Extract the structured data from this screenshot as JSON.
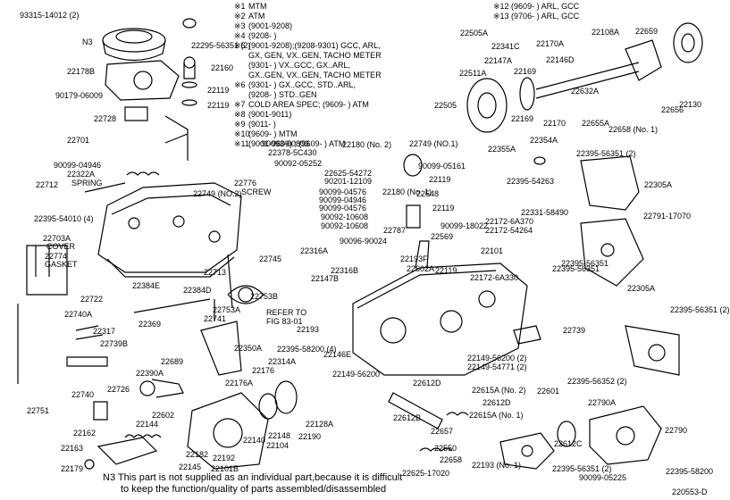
{
  "notes": [
    {
      "mark": "※1",
      "text": "MTM"
    },
    {
      "mark": "※2",
      "text": "ATM"
    },
    {
      "mark": "※3",
      "text": "(9001-9208)"
    },
    {
      "mark": "※4",
      "text": "(9208-          )"
    },
    {
      "mark": "※5",
      "text": "(9001-9208);(9208-9301) GCC, ARL,"
    },
    {
      "mark": "",
      "text": "GX, GEN, VX..GEN, TACHO METER"
    },
    {
      "mark": "",
      "text": "(9301-          ) VX..GCC, GX..ARL,"
    },
    {
      "mark": "",
      "text": "GX..GEN, VX..GEN, TACHO METER"
    },
    {
      "mark": "※6",
      "text": "(9301-          ) GX..GCC, STD..ARL,"
    },
    {
      "mark": "",
      "text": "(9208-          ) STD..GEN"
    },
    {
      "mark": "※7",
      "text": "COLD AREA SPEC; (9609-          ) ATM"
    },
    {
      "mark": "※8",
      "text": "(9001-9011)"
    },
    {
      "mark": "※9",
      "text": "(9011-          )"
    },
    {
      "mark": "※10",
      "text": "(9609-          ) MTM"
    },
    {
      "mark": "※11",
      "text": "(9001-9609) ; (9609-          ) ATM"
    }
  ],
  "right_notes": [
    "※12 (9609-          ) ARL, GCC",
    "※13 (9706-          ) ARL, GCC"
  ],
  "refer_note": "REFER TO FIG 83-01",
  "footer": {
    "line1": "N3 This part is not supplied as an individual part,because it is difficult",
    "line2": "to keep the function/quality of parts assembled/disassembled"
  },
  "figure_number": "220553-D",
  "part_labels": [
    "93315-14012 (2)",
    "N3",
    "22295-56351 (2)",
    "22178B",
    "22160",
    "22119",
    "90179-06009",
    "22119",
    "22728",
    "22701",
    "90099-04946",
    "22322A",
    "SPRING",
    "22712",
    "22395-54010 (4)",
    "22776",
    "SCREW",
    "22749 (NO.2)",
    "22703A",
    "COVER",
    "22774",
    "GASKET",
    "22384E",
    "22384D",
    "22722",
    "22740A",
    "22317",
    "22739B",
    "22369",
    "22740",
    "22726",
    "22390A",
    "22689",
    "22751",
    "22144",
    "22602",
    "22162",
    "22163",
    "22179",
    "22145",
    "22182",
    "22192",
    "22140",
    "22101B",
    "22148",
    "22104",
    "22190",
    "22128A",
    "22176A",
    "22176",
    "22314A",
    "22350A",
    "22395-58200 (4)",
    "22713",
    "22753A",
    "22741",
    "22745",
    "22753B",
    "22316A",
    "22147B",
    "22316B",
    "22193",
    "22149-56200",
    "22146E",
    "22612D",
    "22612B",
    "22657",
    "22550",
    "22615A (No. 2)",
    "22612D",
    "22615A (No. 1)",
    "22658",
    "22193 (No. 1)",
    "22625-17020",
    "22612C",
    "90099-05225",
    "22395-56351 (2)",
    "90093-00803",
    "22378-5C430",
    "90092-05252",
    "22180 (No. 2)",
    "22180 (No. 1)",
    "22749 (NO.1)",
    "90099-05161",
    "22119",
    "22625-54272",
    "90201-12109",
    "90099-04576",
    "90099-04946",
    "90099-04576",
    "22548",
    "22119",
    "90092-10608",
    "90092-10608",
    "90096-90024",
    "22787",
    "90099-18022",
    "22569",
    "22172-6A370",
    "22172-54264",
    "22193F",
    "22602A",
    "22119",
    "22101",
    "22172-6A330",
    "22395-56351",
    "22739",
    "22149-56200 (2)",
    "22149-54771 (2)",
    "22505A",
    "22341C",
    "22170A",
    "22108A",
    "22659",
    "22147A",
    "22169",
    "22146D",
    "22511A",
    "22505",
    "22169",
    "22170",
    "22632A",
    "22130",
    "22656",
    "22655A",
    "22658 (No. 1)",
    "22355A",
    "22354A",
    "22395-56351 (2)",
    "22395-54263",
    "22305A",
    "22331-58490",
    "22791-17070",
    "22395-56351",
    "22305A",
    "22395-56351 (2)",
    "22395-56352 (2)",
    "22601",
    "22790A",
    "22790",
    "22395-58200"
  ]
}
